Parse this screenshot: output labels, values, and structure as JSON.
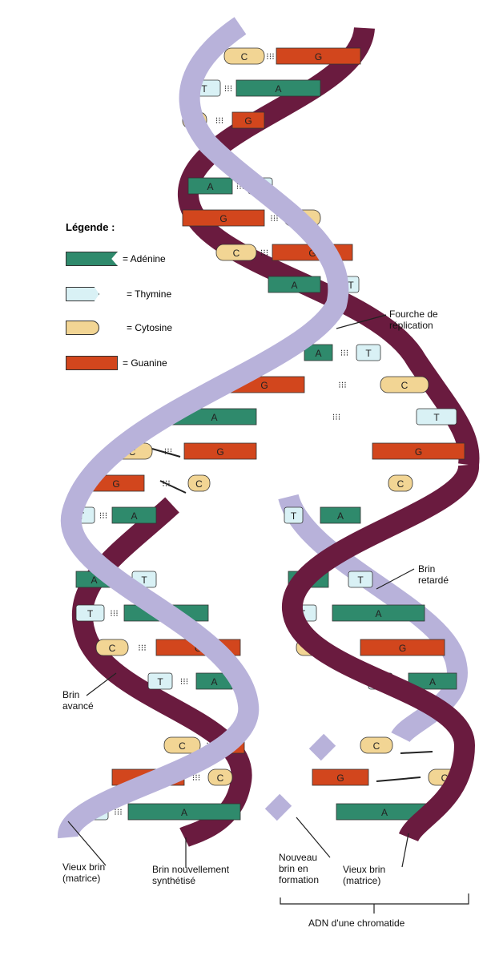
{
  "legend": {
    "title": "Légende :",
    "items": [
      {
        "label": "= Adénine",
        "base": "A"
      },
      {
        "label": "= Thymine",
        "base": "T"
      },
      {
        "label": "= Cytosine",
        "base": "C"
      },
      {
        "label": "= Guanine",
        "base": "G"
      }
    ]
  },
  "colors": {
    "A": "#2f8a6c",
    "T": "#d9f1f5",
    "C": "#f2d594",
    "G": "#d2461d",
    "old_strand": "#b8b2da",
    "new_strand": "#6a1b3f"
  },
  "base_pairs": [
    [
      "C",
      "G"
    ],
    [
      "T",
      "A"
    ],
    [
      "C",
      "G"
    ],
    [
      "A",
      "T"
    ],
    [
      "G",
      "C"
    ],
    [
      "C",
      "G"
    ],
    [
      "A",
      "T"
    ],
    [
      "A",
      "T"
    ],
    [
      "G",
      "C"
    ],
    [
      "A",
      "T"
    ],
    [
      "C",
      "G",
      "G"
    ],
    [
      "G",
      "C",
      "C"
    ],
    [
      "T",
      "A",
      "T",
      "A"
    ],
    [
      "A",
      "T",
      "A",
      "T"
    ],
    [
      "T",
      "A",
      "T",
      "A"
    ],
    [
      "C",
      "G",
      "C",
      "G"
    ],
    [
      "T",
      "A",
      "T",
      "A"
    ],
    [
      "C",
      "G",
      "C"
    ],
    [
      "G",
      "C",
      "G",
      "C"
    ],
    [
      "T",
      "A",
      "A"
    ]
  ],
  "labels": {
    "fork": "Fourche de réplication",
    "lagging": "Brin retardé",
    "leading": "Brin avancé",
    "old_left": "Vieux brin (matrice)",
    "new_left": "Brin nouvellement synthétisé",
    "forming": "Nouveau brin en formation",
    "old_right": "Vieux brin (matrice)",
    "chromatid": "ADN d'une chromatide"
  }
}
